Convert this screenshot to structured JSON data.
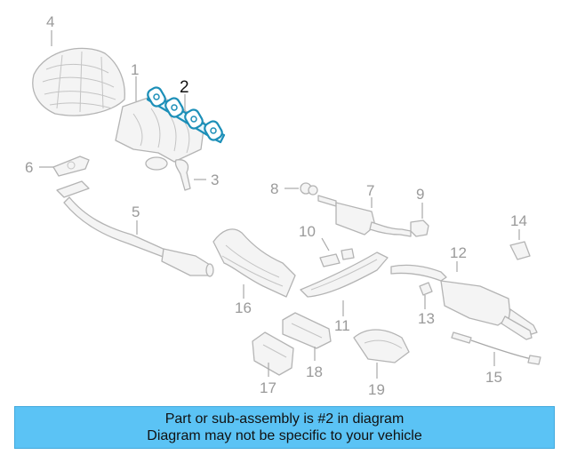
{
  "diagram": {
    "labels": [
      "1",
      "2",
      "3",
      "4",
      "5",
      "6",
      "7",
      "8",
      "9",
      "10",
      "11",
      "12",
      "13",
      "14",
      "15",
      "16",
      "17",
      "18",
      "19"
    ],
    "highlighted_part": "2",
    "colors": {
      "highlight": "#2aa6d0",
      "parts": "#b4b4b4",
      "labels": "#9a9a9a",
      "banner": "#5bc3f5"
    }
  },
  "caption": {
    "line1": "Part or sub-assembly is #2 in diagram",
    "line2": "Diagram may not be specific to your vehicle"
  }
}
